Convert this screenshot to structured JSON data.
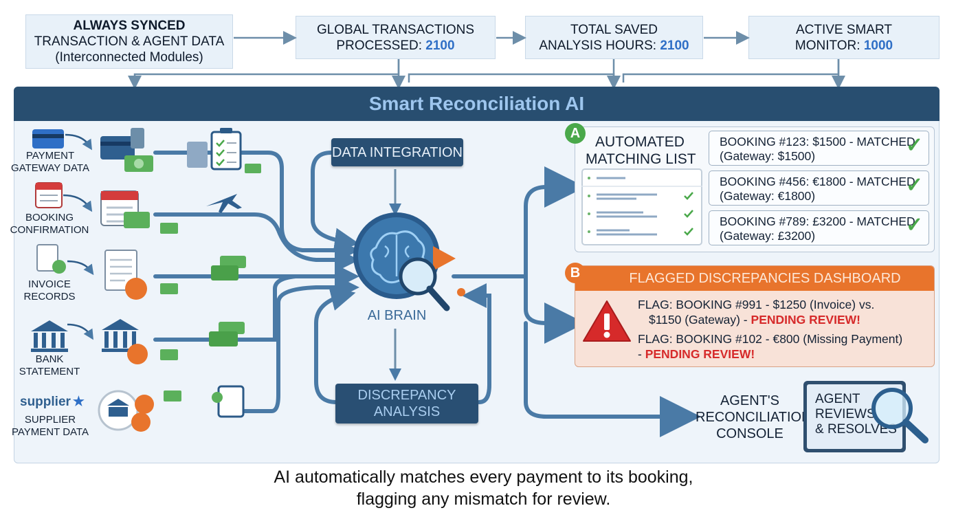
{
  "header": {
    "box1": {
      "line1": "ALWAYS SYNCED",
      "line2": "TRANSACTION & AGENT DATA",
      "line3": "(Interconnected Modules)"
    },
    "box2": {
      "line1": "GLOBAL TRANSACTIONS",
      "line2": "PROCESSED:",
      "value": "2100"
    },
    "box3": {
      "line1": "TOTAL SAVED",
      "line2": "ANALYSIS HOURS:",
      "value": "2100"
    },
    "box4": {
      "line1": "ACTIVE SMART",
      "line2": "MONITOR:",
      "value": "1000"
    }
  },
  "banner": {
    "title": "Smart Reconciliation AI"
  },
  "sources": [
    {
      "line1": "PAYMENT",
      "line2": "GATEWAY DATA"
    },
    {
      "line1": "BOOKING",
      "line2": "CONFIRMATION"
    },
    {
      "line1": "INVOICE",
      "line2": "RECORDS"
    },
    {
      "line1": "BANK",
      "line2": "STATEMENT"
    },
    {
      "brand": "supplier",
      "line1": "SUPPLIER",
      "line2": "PAYMENT DATA"
    }
  ],
  "center": {
    "integration": "DATA INTEGRATION",
    "brain": "AI BRAIN",
    "analysis_line1": "DISCREPANCY",
    "analysis_line2": "ANALYSIS"
  },
  "matching": {
    "letter": "A",
    "title_line1": "AUTOMATED",
    "title_line2": "MATCHING LIST",
    "rows": [
      {
        "line1": "BOOKING #123: $1500 - MATCHED",
        "line2": "(Gateway: $1500)"
      },
      {
        "line1": "BOOKING #456: €1800 - MATCHED",
        "line2": "(Gateway: €1800)"
      },
      {
        "line1": "BOOKING #789: £3200 - MATCHED",
        "line2": "(Gateway: £3200)"
      }
    ]
  },
  "flagged": {
    "letter": "B",
    "title": "FLAGGED DISCREPANCIES DASHBOARD",
    "flag1_line1": "FLAG: BOOKING #991 - $1250 (Invoice) vs.",
    "flag1_line2": "$1150 (Gateway) -",
    "flag1_status": "PENDING REVIEW!",
    "flag2_line1": "FLAG: BOOKING #102 - €800 (Missing Payment)",
    "flag2_prefix": "-",
    "flag2_status": "PENDING REVIEW!"
  },
  "console": {
    "label_line1": "AGENT'S",
    "label_line2": "RECONCILIATION",
    "label_line3": "CONSOLE",
    "screen_line1": "AGENT",
    "screen_line2": "REVIEWS",
    "screen_line3": "& RESOLVES"
  },
  "caption": {
    "line1": "AI automatically matches every payment to its booking,",
    "line2": "flagging any mismatch for review."
  },
  "colors": {
    "dark_blue": "#284e70",
    "flow_blue": "#4a7aa6",
    "accent_blue": "#2f6fc6",
    "green": "#4aa84a",
    "orange": "#e8742c",
    "red": "#d62a2a"
  }
}
